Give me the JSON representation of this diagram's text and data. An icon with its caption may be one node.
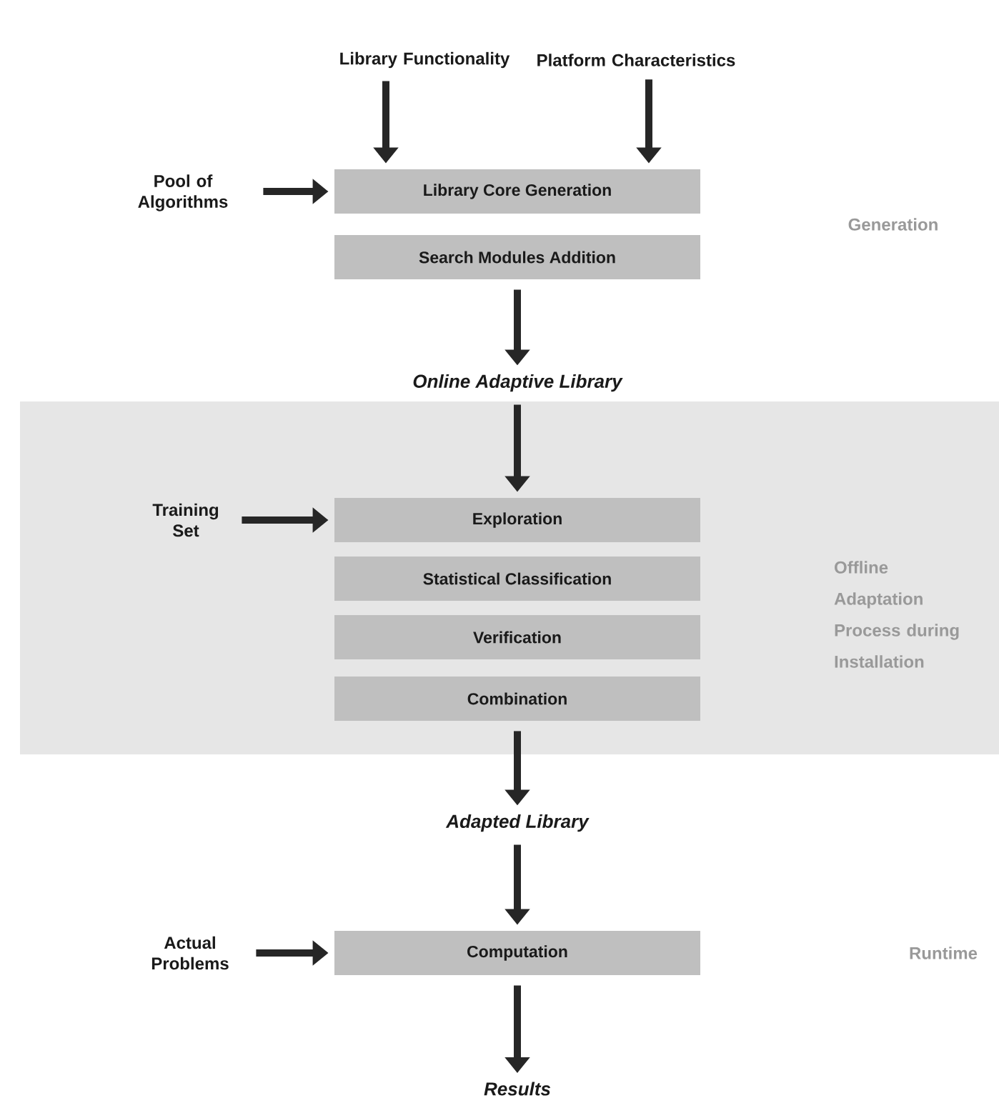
{
  "diagram": {
    "nodes": [
      {
        "text": [
          "Library Functionality"
        ]
      },
      {
        "text": [
          "Platform Characteristics"
        ]
      },
      {
        "text": [
          "Pool of Algorithms"
        ]
      },
      {
        "text": [
          "Library Core Generation"
        ]
      },
      {
        "text": [
          "Search Modules Addition"
        ]
      },
      {
        "text": [
          "Online Adaptive Library"
        ]
      },
      {
        "text": [
          "Offline Adaptation Process during Installation"
        ]
      },
      {
        "text": [
          "Training Set"
        ],
        "in": 6
      },
      {
        "text": [
          "Exploration"
        ],
        "in": 6
      },
      {
        "text": [
          "Statistical Classification"
        ],
        "in": 6
      },
      {
        "text": [
          "Verification"
        ],
        "in": 6
      },
      {
        "text": [
          "Combination"
        ],
        "in": 6
      },
      {
        "text": [
          "Adapted Library"
        ]
      },
      {
        "text": [
          "Actual Problems"
        ]
      },
      {
        "text": [
          "Computation"
        ]
      },
      {
        "text": [
          "Results"
        ]
      }
    ],
    "edges": [
      {
        "from": 0,
        "to": 3,
        "arrow": "to"
      },
      {
        "from": 1,
        "to": 3,
        "arrow": "to"
      },
      {
        "from": 2,
        "to": 3,
        "arrow": "to"
      },
      {
        "from": 4,
        "to": 5,
        "arrow": "to"
      },
      {
        "from": 5,
        "to": 8,
        "arrow": "to"
      },
      {
        "from": 7,
        "to": 8,
        "arrow": "to"
      },
      {
        "from": 11,
        "to": 12,
        "arrow": "to"
      },
      {
        "from": 12,
        "to": 14,
        "arrow": "to"
      },
      {
        "from": 13,
        "to": 14,
        "arrow": "to"
      },
      {
        "from": 14,
        "to": 15,
        "arrow": "to"
      }
    ],
    "labels": [
      "Generation",
      "Runtime"
    ]
  }
}
